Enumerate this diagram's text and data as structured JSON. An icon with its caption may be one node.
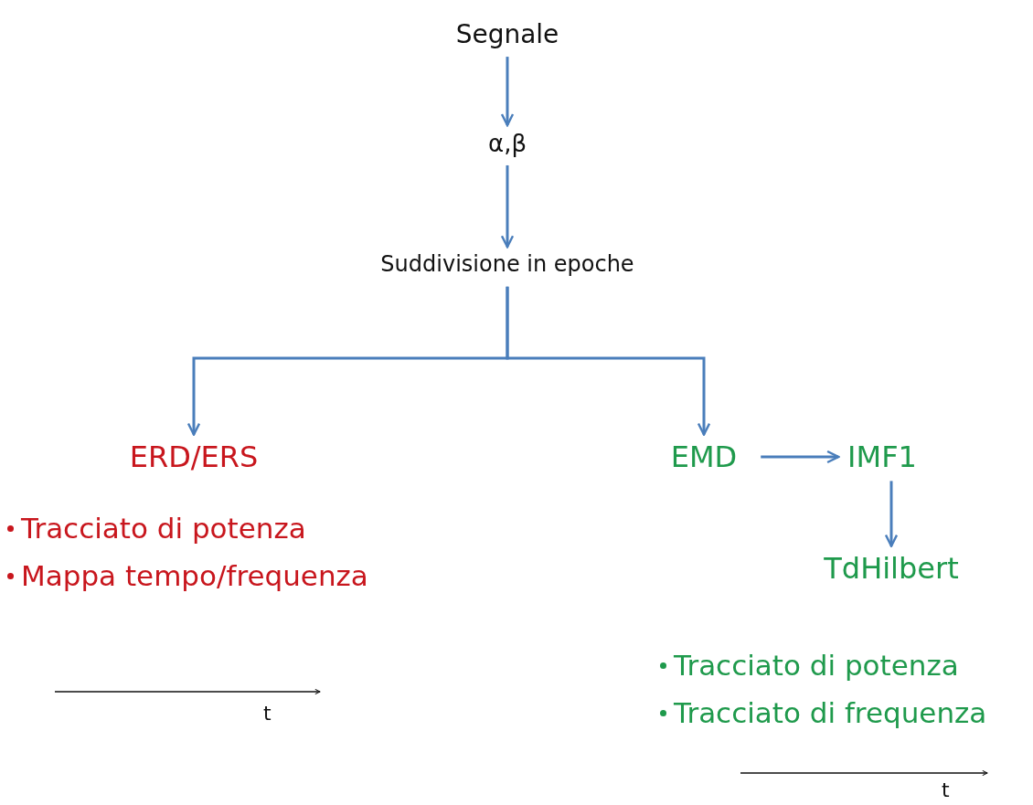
{
  "diagram": {
    "nodes": [
      {
        "text": [
          "Segnale"
        ]
      },
      {
        "text": [
          "α,β"
        ]
      },
      {
        "text": [
          "Suddivisione in epoche"
        ]
      },
      {
        "text": [
          "ERD/ERS"
        ]
      },
      {
        "text": [
          "EMD"
        ]
      },
      {
        "text": [
          "IMF1"
        ]
      },
      {
        "text": [
          "TdHilbert"
        ]
      }
    ],
    "edges": [
      {
        "from": 0,
        "to": 1,
        "arrow": "to"
      },
      {
        "from": 1,
        "to": 2,
        "arrow": "to"
      },
      {
        "from": 2,
        "to": 3,
        "arrow": "to"
      },
      {
        "from": 2,
        "to": 4,
        "arrow": "to"
      },
      {
        "from": 4,
        "to": 5,
        "arrow": "to"
      },
      {
        "from": 5,
        "to": 6,
        "arrow": "to"
      }
    ],
    "labels": [
      "Tracciato di potenza",
      "Mappa tempo/frequenza",
      "Tracciato di potenza",
      "Tracciato di frequenza",
      "t",
      "t"
    ]
  }
}
